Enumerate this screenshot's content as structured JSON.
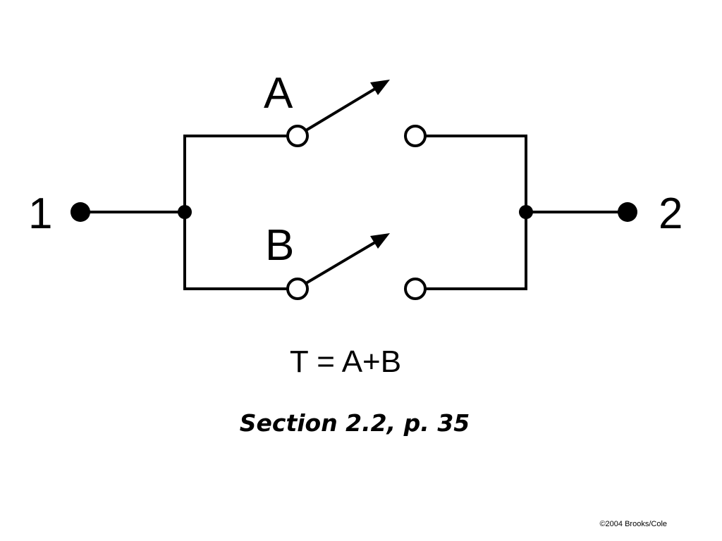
{
  "diagram": {
    "terminals": {
      "left": "1",
      "right": "2"
    },
    "switches": [
      {
        "label": "A",
        "state": "open"
      },
      {
        "label": "B",
        "state": "open"
      }
    ]
  },
  "equation": "T = A+B",
  "caption": "Section 2.2, p. 35",
  "copyright": "©2004 Brooks/Cole"
}
